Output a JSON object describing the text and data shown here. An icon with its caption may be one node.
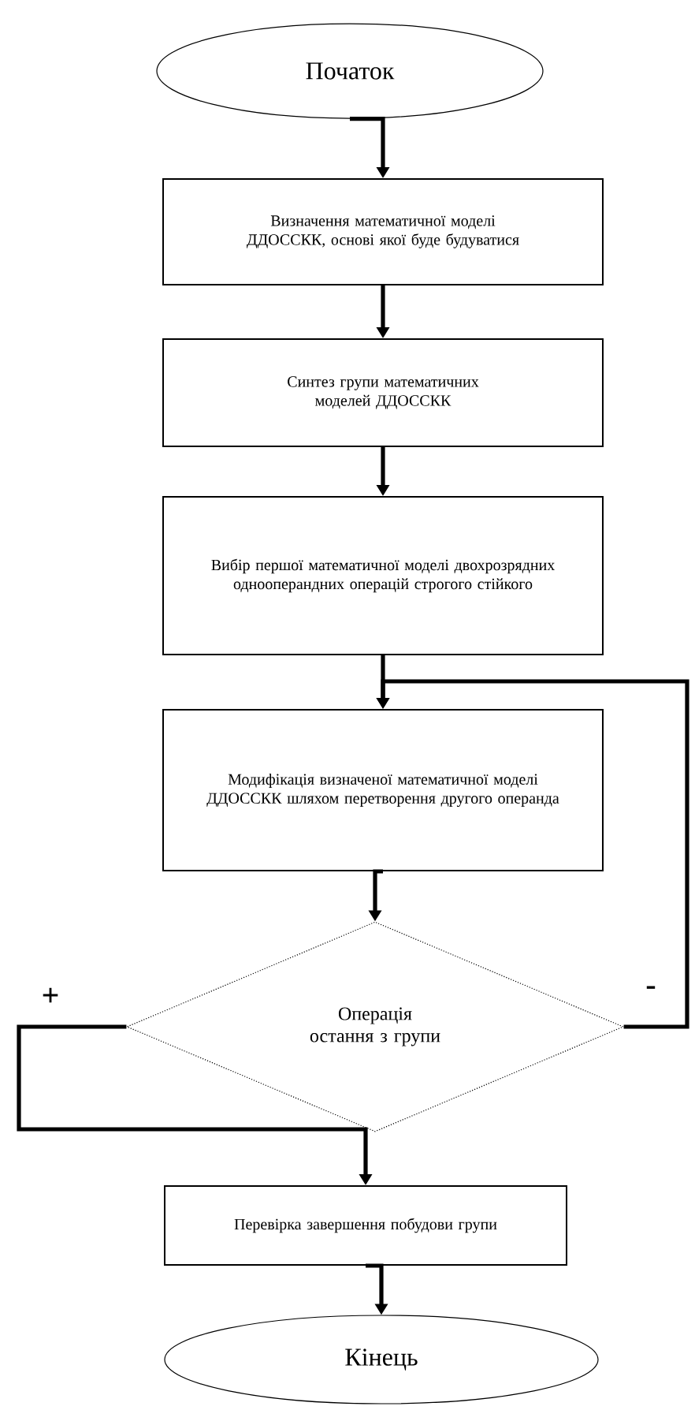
{
  "diagram": {
    "nodes": [
      {
        "text": [
          "Початок"
        ]
      },
      {
        "text": [
          "Визначення математичної моделі ДДОССКК, основі якої буде будуватися"
        ]
      },
      {
        "text": [
          "Синтез групи математичних моделей ДДОССКК"
        ]
      },
      {
        "text": [
          "Вибір першої математичної моделі двохрозрядних однооперандних операцій строгого стійкого"
        ]
      },
      {
        "text": [
          "Модифікація визначеної математичної моделі ДДОССКК шляхом перетворення другого операнда"
        ]
      },
      {
        "text": [
          "Операція остання з групи"
        ]
      },
      {
        "text": [
          "Перевірка завершення побудови групи"
        ]
      },
      {
        "text": [
          "Кінець"
        ]
      }
    ],
    "edges": [
      {
        "from": 0,
        "to": 1,
        "arrow": "to"
      },
      {
        "from": 1,
        "to": 2,
        "arrow": "to"
      },
      {
        "from": 2,
        "to": 3,
        "arrow": "to"
      },
      {
        "from": 3,
        "to": 4,
        "arrow": "to"
      },
      {
        "from": 4,
        "to": 5,
        "arrow": "to"
      },
      {
        "from": 5,
        "to": 6,
        "arrow": "to",
        "label": "+"
      },
      {
        "from": 5,
        "to": 4,
        "arrow": "to",
        "label": "-"
      },
      {
        "from": 6,
        "to": 7,
        "arrow": "to"
      }
    ]
  }
}
